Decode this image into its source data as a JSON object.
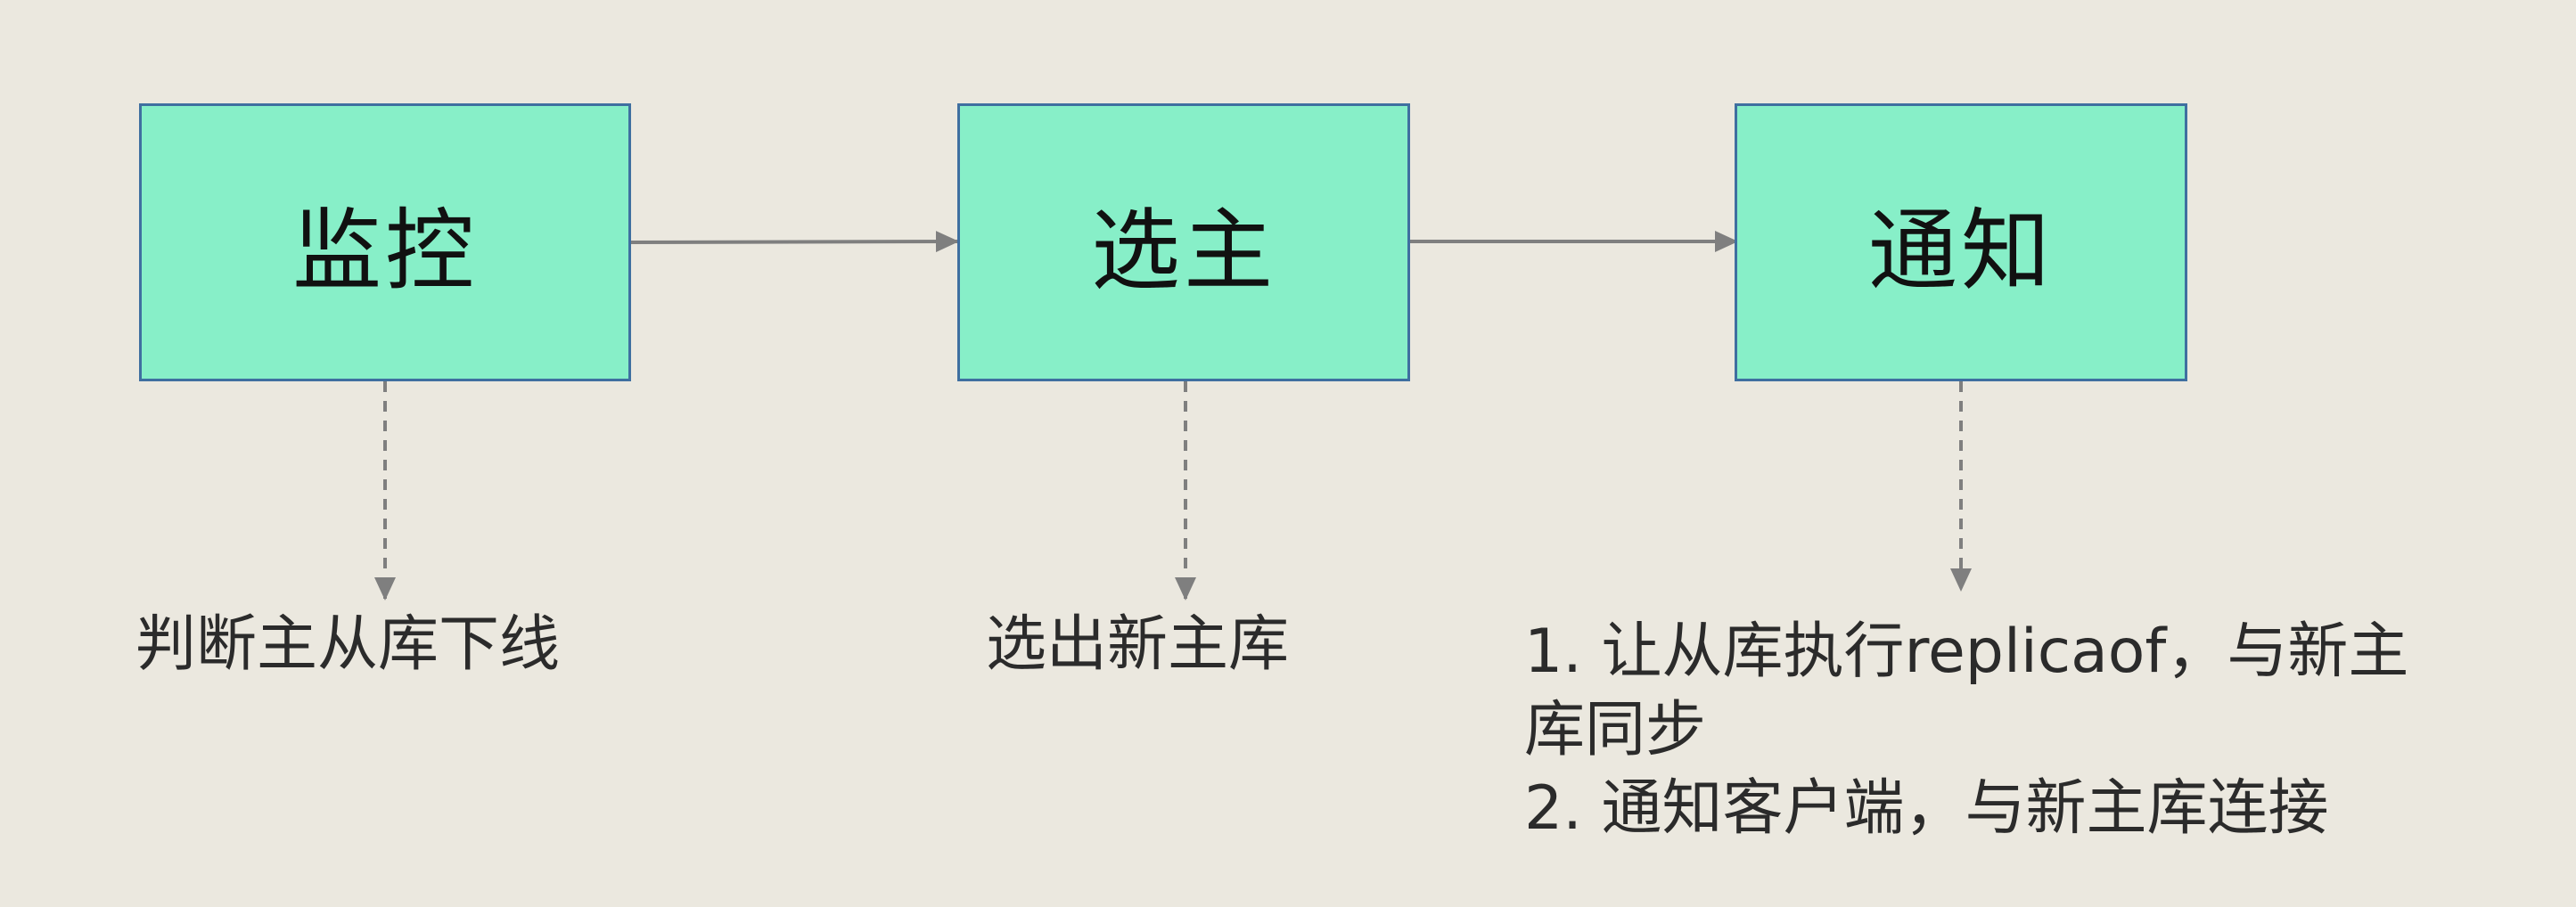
{
  "stages": [
    {
      "label": "监控"
    },
    {
      "label": "选主"
    },
    {
      "label": "通知"
    }
  ],
  "results": {
    "monitor": "判断主从库下线",
    "elect": "选出新主库",
    "notify_lines": [
      "1. 让从库执行replicaof，与新主",
      "库同步",
      "2. 通知客户端，与新主库连接"
    ]
  },
  "colors": {
    "background": "#ebe8df",
    "box_fill": "#87efc8",
    "box_border": "#3f6fa0",
    "arrow": "#7f7f7f"
  }
}
